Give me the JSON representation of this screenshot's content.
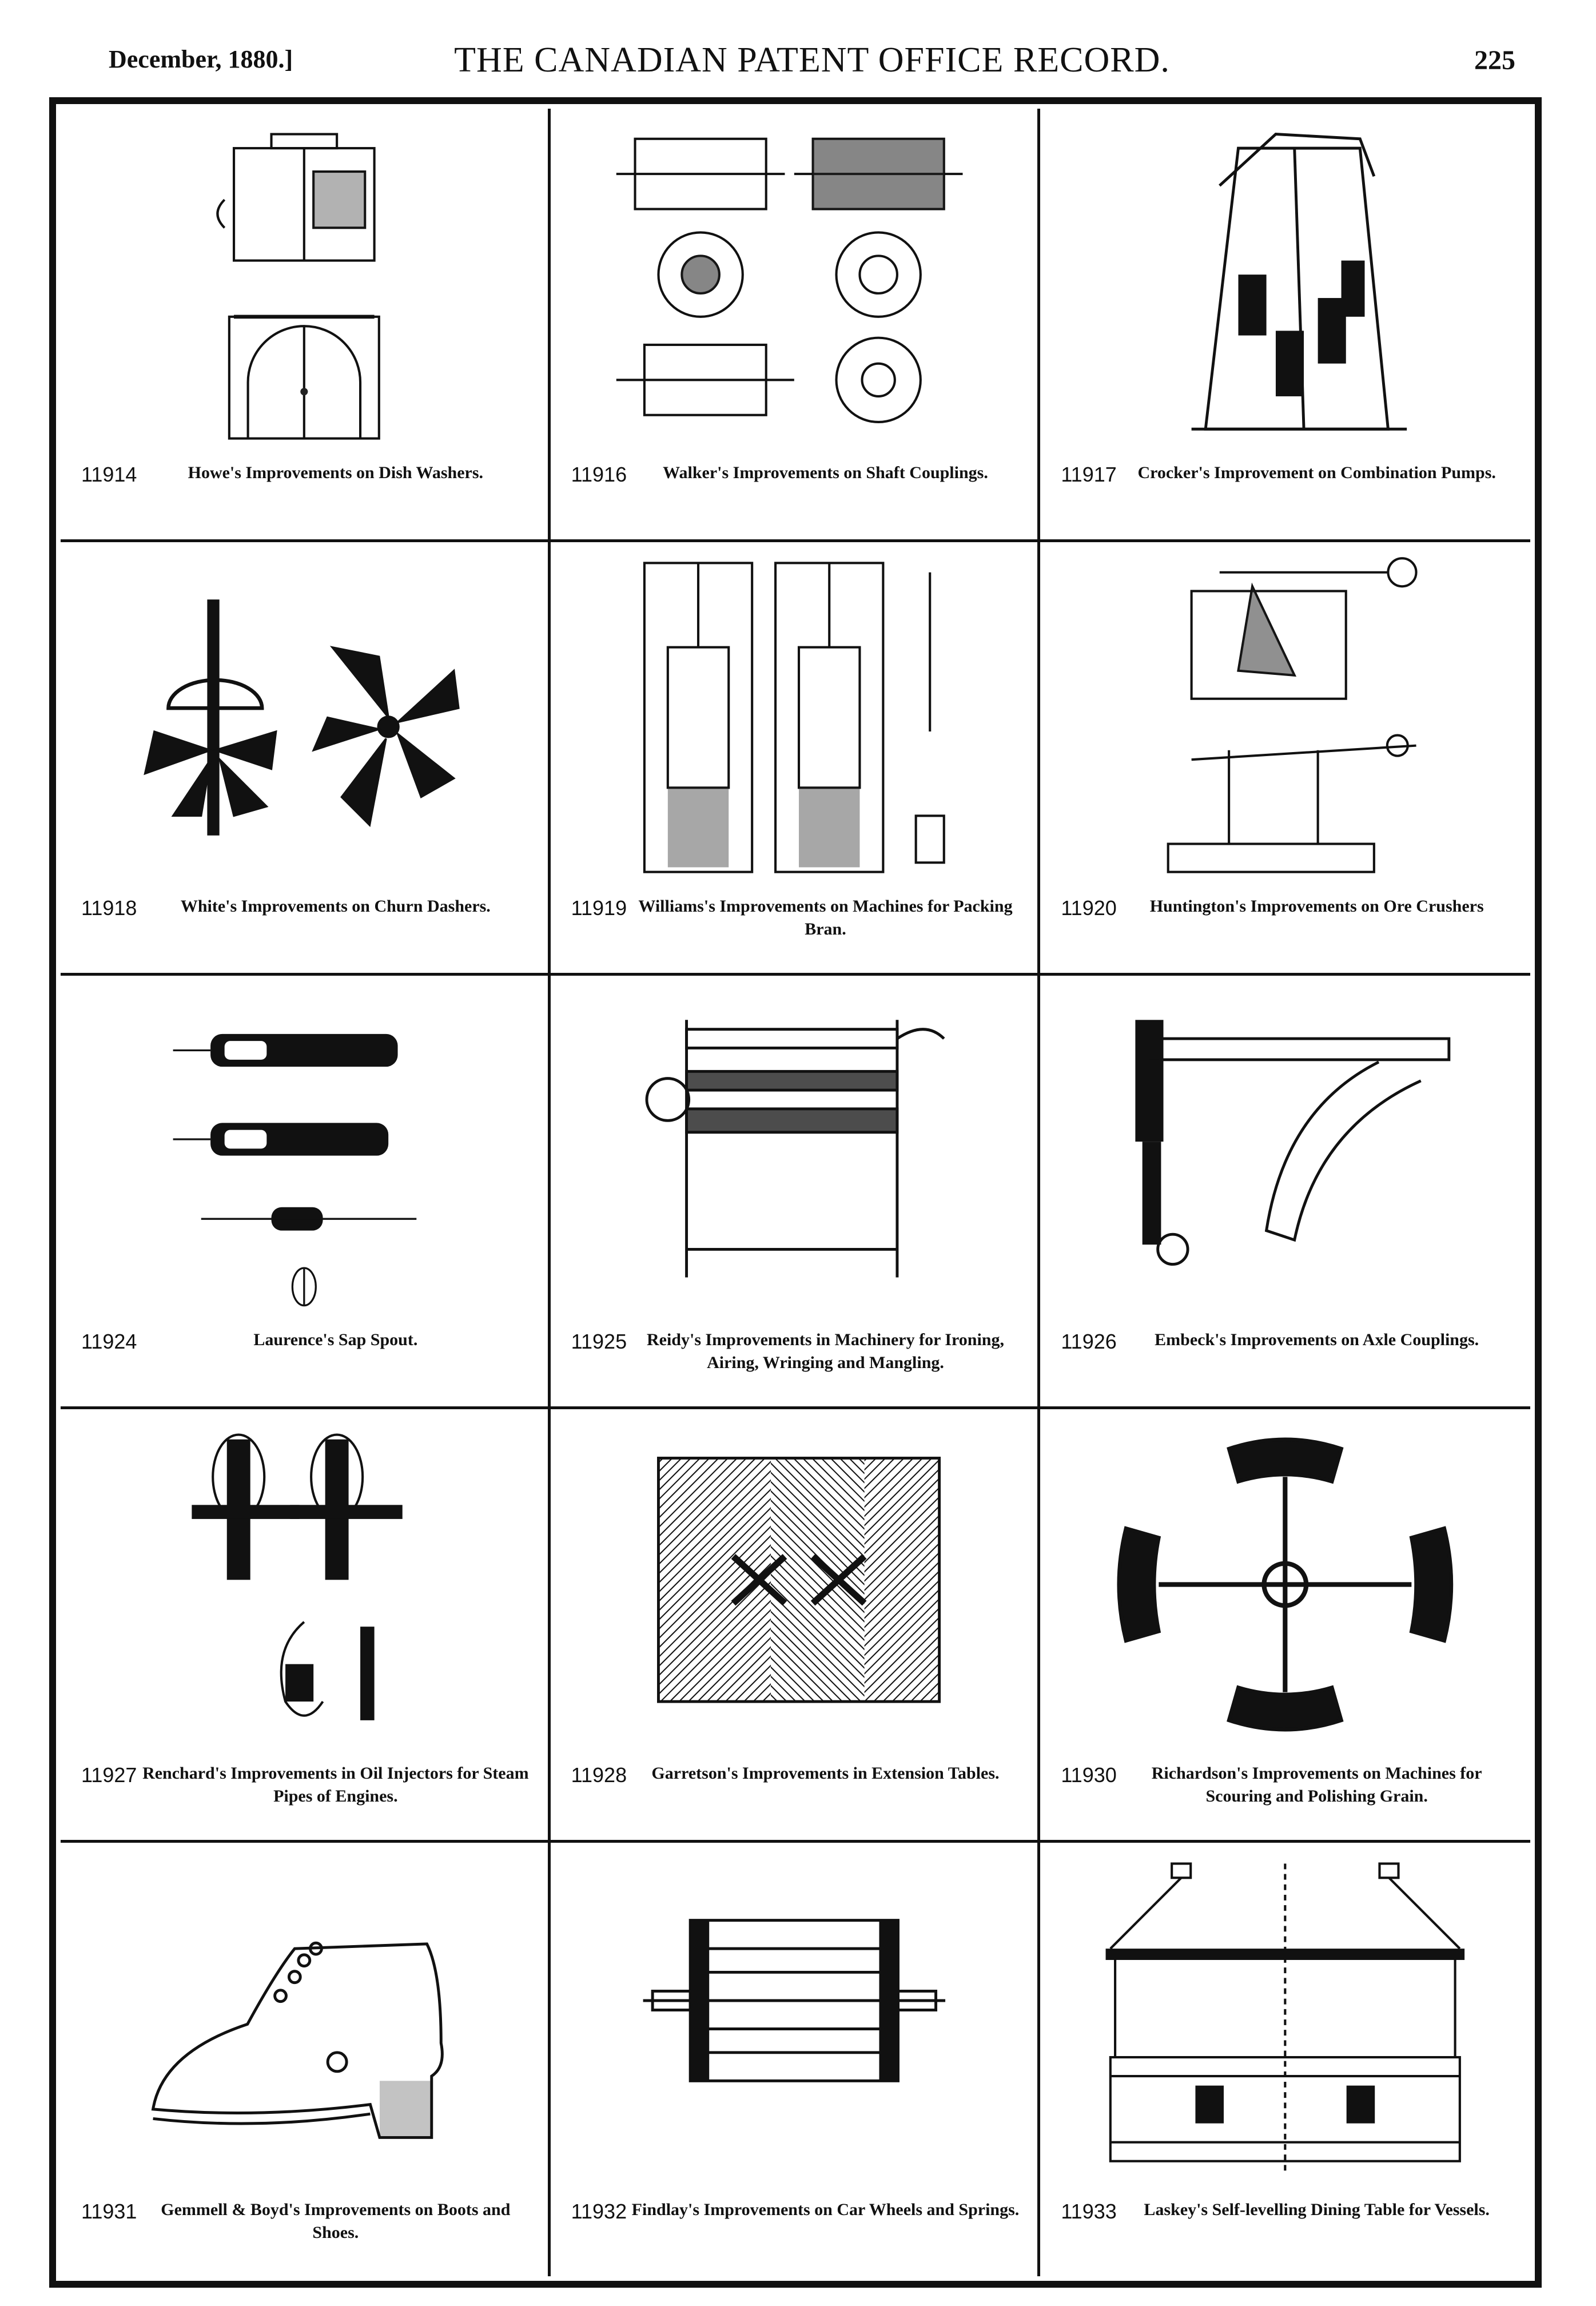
{
  "header": {
    "date": "December, 1880.]",
    "title": "THE CANADIAN PATENT OFFICE RECORD.",
    "page": "225"
  },
  "entries": [
    {
      "number": "11914",
      "title": "Howe's Improvements on Dish Washers.",
      "drawing": "dish-washer-drawing"
    },
    {
      "number": "11916",
      "title": "Walker's Improvements on Shaft Couplings.",
      "drawing": "shaft-coupling-drawing"
    },
    {
      "number": "11917",
      "title": "Crocker's Improvement on Combination Pumps.",
      "drawing": "combination-pump-drawing"
    },
    {
      "number": "11918",
      "title": "White's Improvements on Churn Dashers.",
      "drawing": "churn-dasher-drawing"
    },
    {
      "number": "11919",
      "title": "Williams's Improvements on Machines for Packing Bran.",
      "drawing": "bran-packing-machine-drawing"
    },
    {
      "number": "11920",
      "title": "Huntington's Improvements on Ore Crushers",
      "drawing": "ore-crusher-drawing"
    },
    {
      "number": "11924",
      "title": "Laurence's Sap Spout.",
      "drawing": "sap-spout-drawing"
    },
    {
      "number": "11925",
      "title": "Reidy's Improvements in Machinery for Ironing, Airing, Wringing and Mangling.",
      "drawing": "mangling-machine-drawing"
    },
    {
      "number": "11926",
      "title": "Embeck's Improvements on Axle Couplings.",
      "drawing": "axle-coupling-drawing"
    },
    {
      "number": "11927",
      "title": "Renchard's Improvements in Oil Injectors for Steam Pipes of Engines.",
      "drawing": "oil-injector-drawing"
    },
    {
      "number": "11928",
      "title": "Garretson's Improvements in Extension Tables.",
      "drawing": "extension-table-drawing"
    },
    {
      "number": "11930",
      "title": "Richardson's Improvements on Machines for Scouring and Polishing Grain.",
      "drawing": "grain-scouring-machine-drawing"
    },
    {
      "number": "11931",
      "title": "Gemmell & Boyd's Improvements on Boots and Shoes.",
      "drawing": "boot-drawing"
    },
    {
      "number": "11932",
      "title": "Findlay's Improvements on Car Wheels and Springs.",
      "drawing": "car-wheel-drawing"
    },
    {
      "number": "11933",
      "title": "Laskey's Self-levelling Dining Table for Vessels.",
      "drawing": "dining-table-drawing"
    }
  ]
}
